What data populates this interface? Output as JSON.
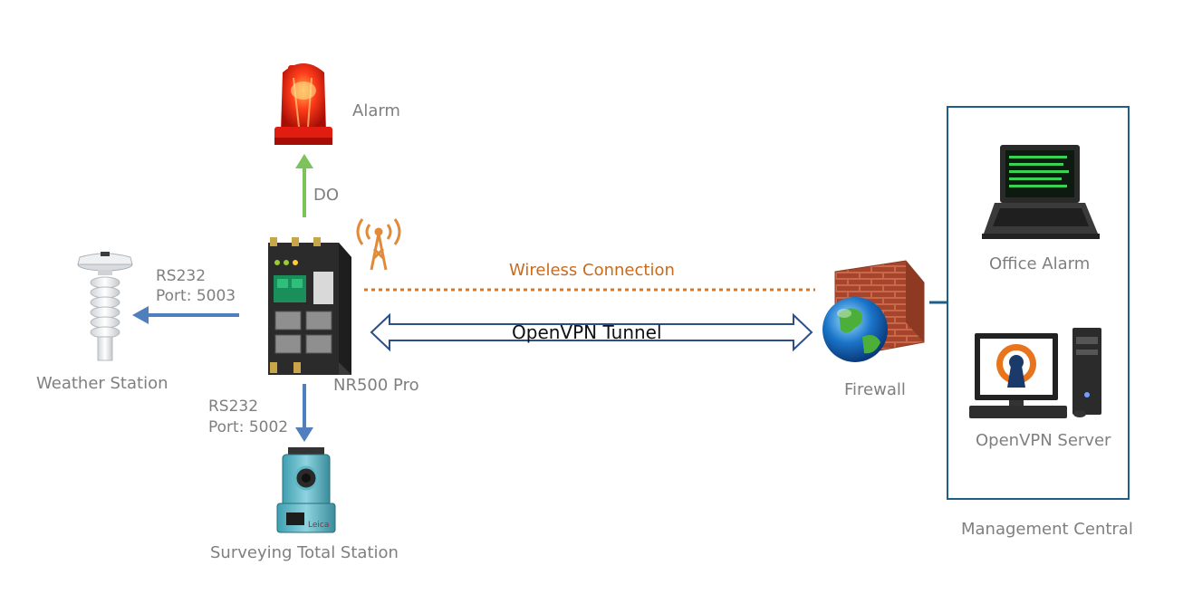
{
  "labels": {
    "alarm": "Alarm",
    "do": "DO",
    "rs232_left": "RS232",
    "port_left": "Port: 5003",
    "weather_station": "Weather Station",
    "rs232_bottom": "RS232",
    "port_bottom": "Port: 5002",
    "router": "NR500 Pro",
    "surveying": "Surveying Total Station",
    "wireless": "Wireless Connection",
    "tunnel": "OpenVPN Tunnel",
    "firewall": "Firewall",
    "office_alarm": "Office Alarm",
    "openvpn_server": "OpenVPN Server",
    "management_central": "Management Central"
  },
  "colors": {
    "label_gray": "#7f7f7f",
    "wireless_orange": "#c96a1b",
    "do_green": "#7dc35b",
    "rs232_blue": "#4f7fbd",
    "tunnel_border": "#2c4f8a",
    "mgmt_border": "#1f5f87"
  },
  "icons": [
    "alarm-beacon-icon",
    "weather-station-icon",
    "router-icon",
    "antenna-tower-icon",
    "total-station-icon",
    "firewall-globe-icon",
    "laptop-icon",
    "openvpn-server-icon"
  ]
}
